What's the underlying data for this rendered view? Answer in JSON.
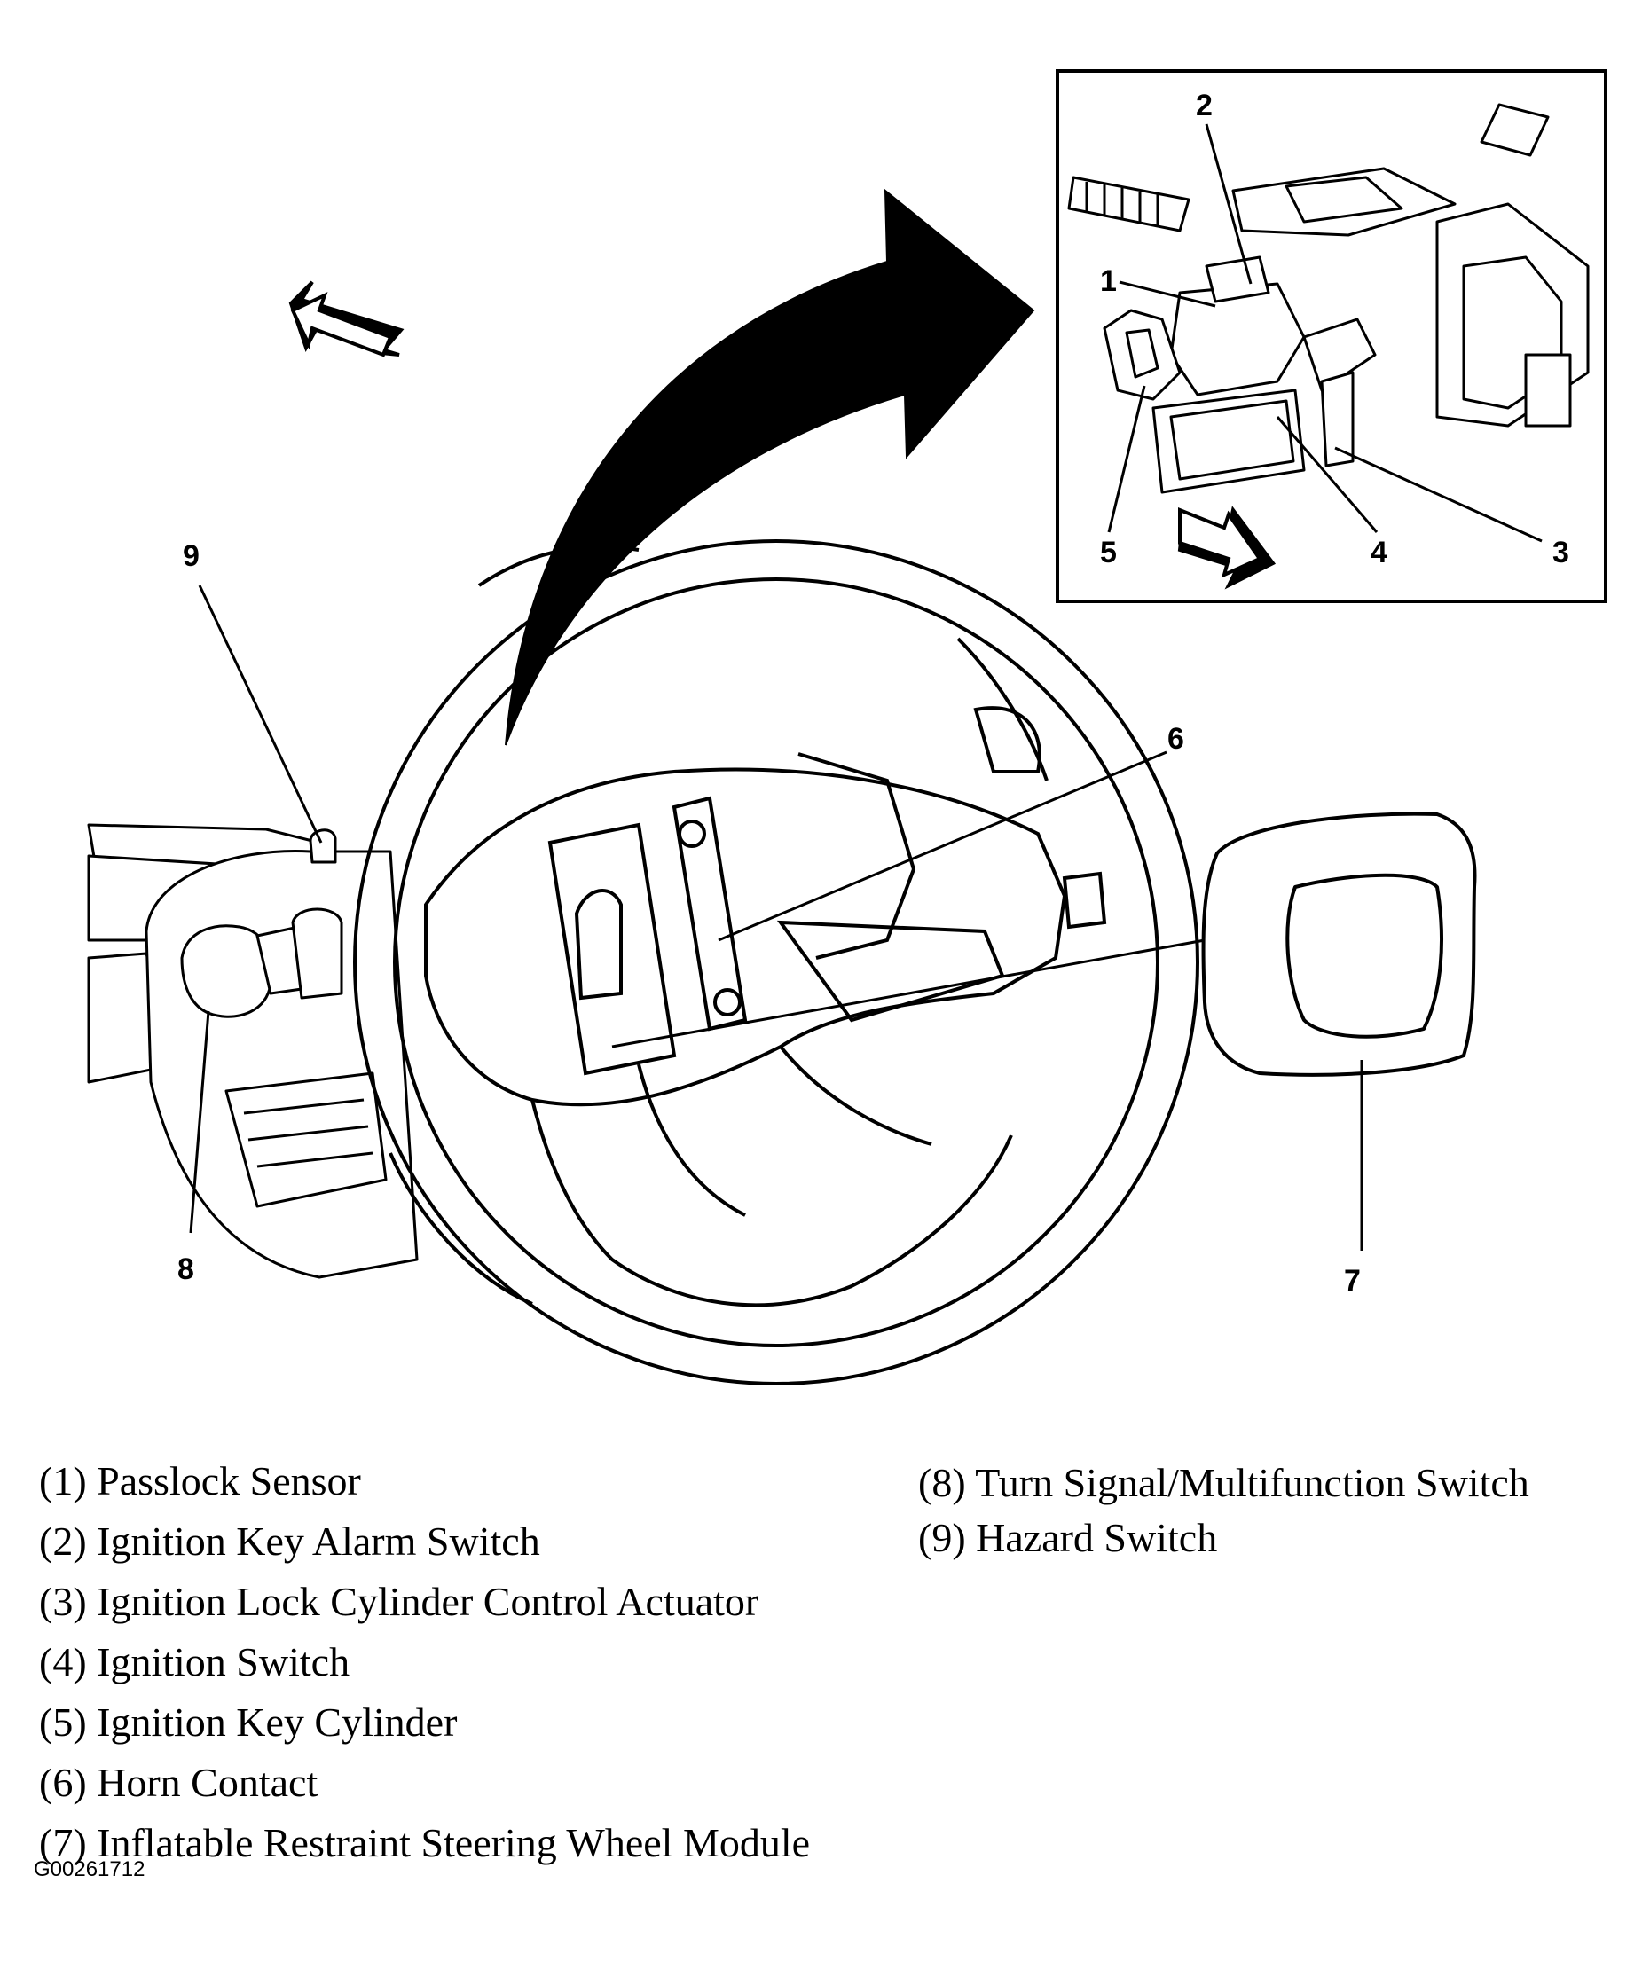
{
  "callouts": {
    "c1": "1",
    "c2": "2",
    "c3": "3",
    "c4": "4",
    "c5": "5",
    "c6": "6",
    "c7": "7",
    "c8": "8",
    "c9": "9"
  },
  "legend": {
    "left": [
      "(1) Passlock Sensor",
      "(2) Ignition Key Alarm Switch",
      "(3) Ignition Lock Cylinder Control Actuator",
      "(4) Ignition Switch",
      "(5) Ignition Key Cylinder",
      "(6) Horn Contact",
      "(7) Inflatable Restraint Steering Wheel Module"
    ],
    "right": [
      "(8) Turn Signal/Multifunction Switch",
      "(9) Hazard Switch"
    ]
  },
  "figure_id": "G00261712"
}
